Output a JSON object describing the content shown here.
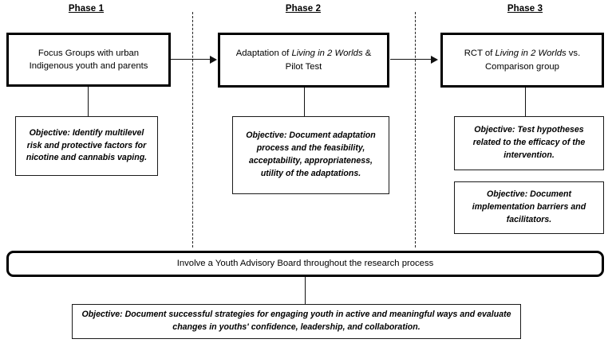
{
  "figure": {
    "type": "study-design-flow-diagram",
    "background": "#ffffff",
    "line_color": "#111111"
  },
  "phase_labels": [
    {
      "text": "Phase 1"
    },
    {
      "text": "Phase 2"
    },
    {
      "text": "Phase 3"
    }
  ],
  "phases": {
    "phase1": {
      "box_text_part1": "Focus Groups with urban",
      "box_text_part2": "Indigenous youth and parents",
      "objective": {
        "lead": "Objective:",
        "body": " Identify multilevel risk and protective factors for nicotine and cannabis vaping."
      }
    },
    "phase2": {
      "box_text_pre": "Adaptation of ",
      "box_text_italic": "Living in 2 Worlds",
      "box_text_post": " &",
      "box_text_line2": "Pilot Test",
      "objective": {
        "lead": "Objective:",
        "body": " Document adaptation process and the feasibility, acceptability, appropriateness, utility of the adaptations."
      }
    },
    "phase3": {
      "box_text_pre": "RCT of ",
      "box_text_italic": "Living in 2 Worlds",
      "box_text_post": " vs.",
      "box_text_line2": "Comparison group",
      "objective_a": {
        "lead": "Objective:",
        "body": " Test hypotheses related to the efficacy of the intervention."
      },
      "objective_b": {
        "lead": "Objective:",
        "body": " Document implementation barriers and facilitators."
      }
    }
  },
  "youth_advisory_bar": {
    "text": "Involve a Youth Advisory Board throughout the research process"
  },
  "bottom_objective": {
    "lead": "Objective:",
    "body": " Document successful strategies for engaging youth in active and meaningful ways and evaluate changes in youths' confidence, leadership, and collaboration."
  }
}
